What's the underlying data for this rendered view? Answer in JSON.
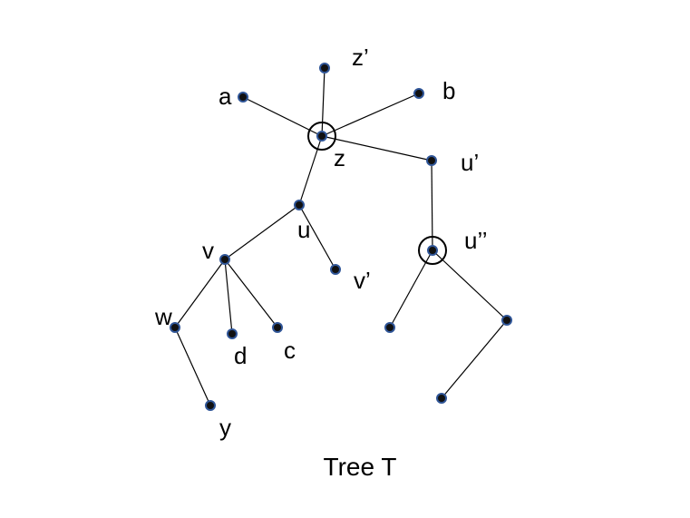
{
  "caption": "Tree T",
  "colors": {
    "node_fill": "#111111",
    "node_stroke": "#2f5597",
    "edge": "#000000",
    "ring": "#000000"
  },
  "nodes": [
    {
      "id": "z1",
      "label": "z’"
    },
    {
      "id": "a",
      "label": "a"
    },
    {
      "id": "b",
      "label": "b"
    },
    {
      "id": "z",
      "label": "z",
      "highlighted": true
    },
    {
      "id": "u1",
      "label": "u’"
    },
    {
      "id": "u",
      "label": "u"
    },
    {
      "id": "u2",
      "label": "u’’",
      "highlighted": true
    },
    {
      "id": "v",
      "label": "v"
    },
    {
      "id": "v1",
      "label": "v’"
    },
    {
      "id": "w",
      "label": "w"
    },
    {
      "id": "d",
      "label": "d"
    },
    {
      "id": "c",
      "label": "c"
    },
    {
      "id": "y",
      "label": "y"
    },
    {
      "id": "p",
      "label": ""
    },
    {
      "id": "q",
      "label": ""
    },
    {
      "id": "r",
      "label": ""
    }
  ],
  "edges": [
    [
      "z",
      "z1"
    ],
    [
      "z",
      "a"
    ],
    [
      "z",
      "b"
    ],
    [
      "z",
      "u1"
    ],
    [
      "z",
      "u"
    ],
    [
      "u1",
      "u2"
    ],
    [
      "u",
      "v"
    ],
    [
      "u",
      "v1"
    ],
    [
      "v",
      "w"
    ],
    [
      "v",
      "d"
    ],
    [
      "v",
      "c"
    ],
    [
      "w",
      "y"
    ],
    [
      "u2",
      "p"
    ],
    [
      "u2",
      "q"
    ],
    [
      "q",
      "r"
    ]
  ]
}
